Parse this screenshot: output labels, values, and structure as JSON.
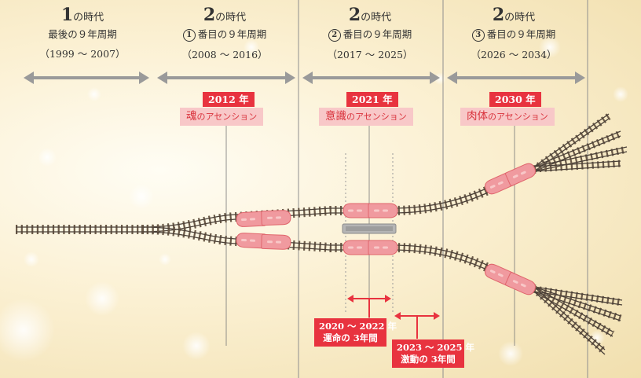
{
  "eras": [
    {
      "big": "1",
      "suffix": "の時代",
      "sub_num": "",
      "sub": "最後の９年周期",
      "range": "（1999 ～ 2007）"
    },
    {
      "big": "2",
      "suffix": "の時代",
      "sub_num": "1",
      "sub": "番目の９年周期",
      "range": "（2008 ～ 2016）"
    },
    {
      "big": "2",
      "suffix": "の時代",
      "sub_num": "2",
      "sub": "番目の９年周期",
      "range": "（2017 ～ 2025）"
    },
    {
      "big": "2",
      "suffix": "の時代",
      "sub_num": "3",
      "sub": "番目の９年周期",
      "range": "（2026 ～ 2034）"
    }
  ],
  "events": [
    {
      "year": "2012 年",
      "ascension_a": "魂",
      "ascension_b": "のアセンション"
    },
    {
      "year": "2021 年",
      "ascension_a": "意識",
      "ascension_b": "のアセンション"
    },
    {
      "year": "2030 年",
      "ascension_a": "肉体",
      "ascension_b": "のアセンション"
    }
  ],
  "periods": [
    {
      "line1": "2020 ～ 2022 年",
      "line2": "運命の 3年間"
    },
    {
      "line1": "2023 ～ 2025 年",
      "line2": "激動の 3年間"
    }
  ],
  "colors": {
    "accent": "#e8333f",
    "pink": "#f8c8c8",
    "train": "#f09a9f",
    "arrow": "#9a9a9a",
    "track": "#5a4a3a"
  },
  "icons": [
    "double-arrow-icon",
    "railway-track-icon",
    "train-icon",
    "bracket-arrow-icon"
  ]
}
